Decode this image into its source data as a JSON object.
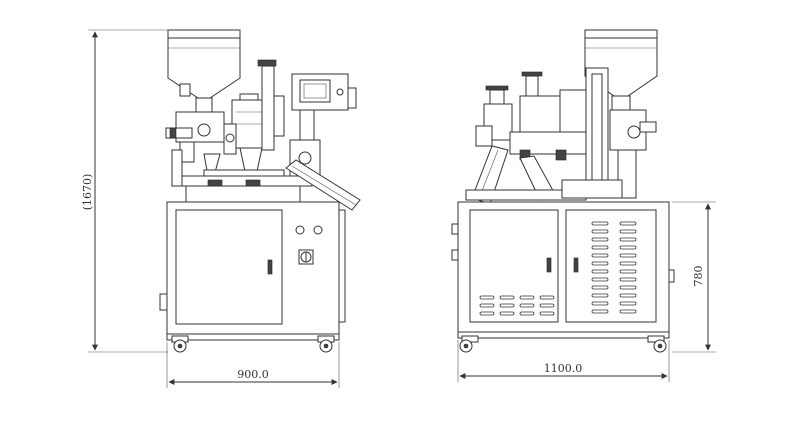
{
  "dimensions": {
    "total_height_label": "(1670)",
    "front_width_label": "900.0",
    "side_width_label": "1100.0",
    "cabinet_height_label": "780"
  }
}
